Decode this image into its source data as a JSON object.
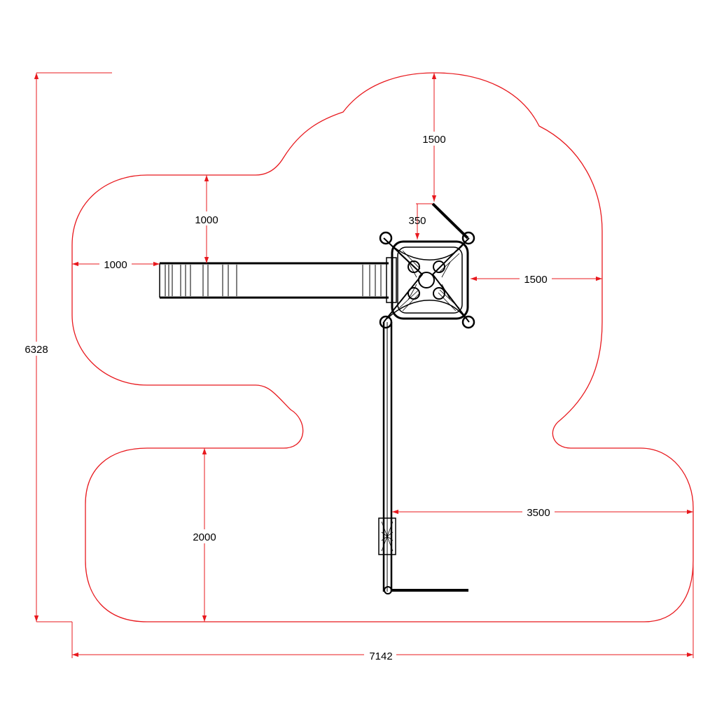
{
  "dimensions": {
    "total_width": "7142",
    "total_height": "6328",
    "top_clearance": "1500",
    "offset_small": "350",
    "slide_top_clearance": "1000",
    "slide_end_clearance": "1000",
    "tower_right_clearance": "1500",
    "rail_right_clearance": "3500",
    "bottom_clearance": "2000"
  },
  "colors": {
    "dimension": "#e8191e",
    "equipment": "#000000",
    "background": "#ffffff"
  }
}
